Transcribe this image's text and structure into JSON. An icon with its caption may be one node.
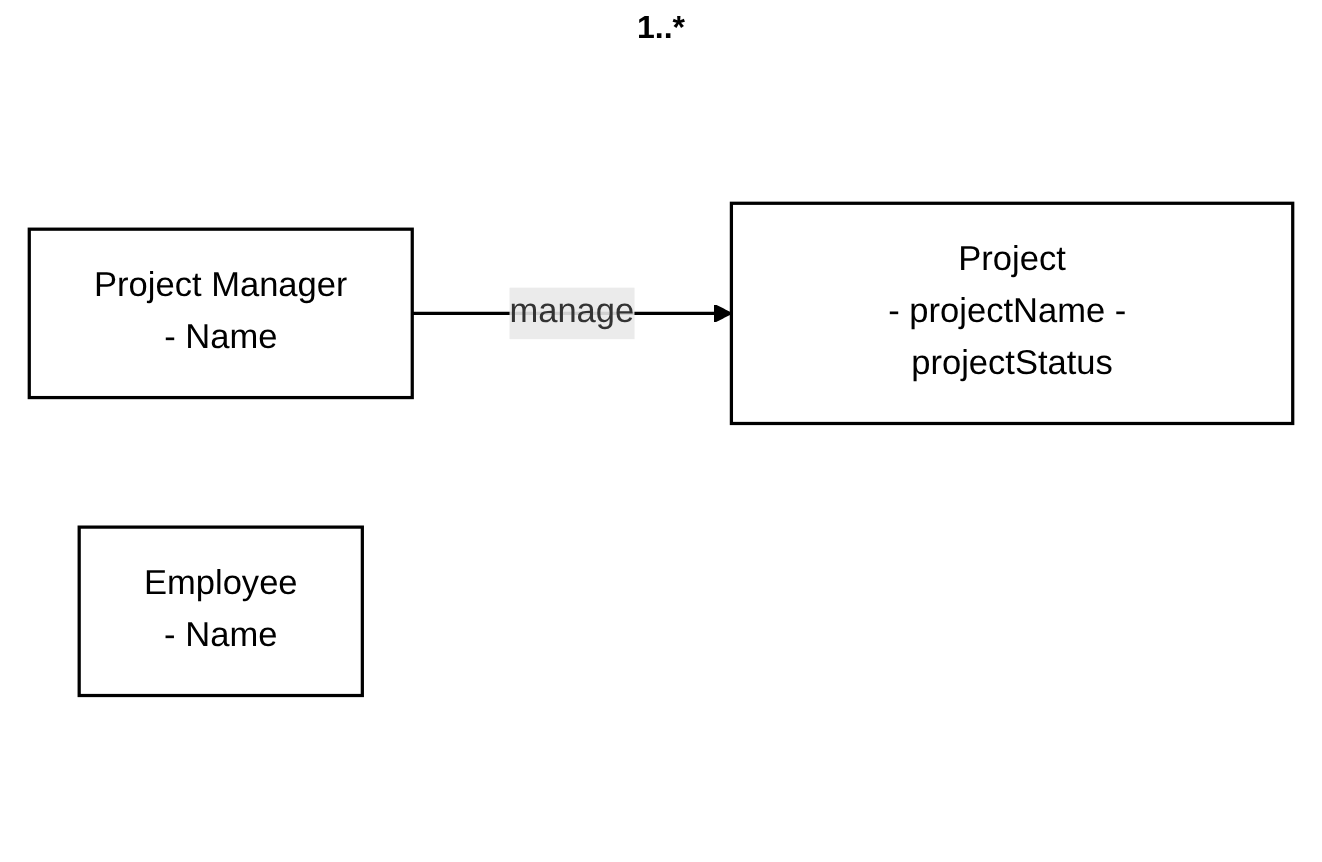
{
  "diagram": {
    "nodes": [
      {
        "text": [
          "Project Manager",
          "- Name"
        ]
      },
      {
        "text": [
          "Project",
          "- projectName - projectStatus"
        ]
      },
      {
        "text": [
          "Employee",
          "- Name"
        ]
      }
    ],
    "edges": [
      {
        "from": 0,
        "to": 1,
        "arrow": "to",
        "label": "manage"
      }
    ],
    "labels": [
      "1..*"
    ]
  }
}
